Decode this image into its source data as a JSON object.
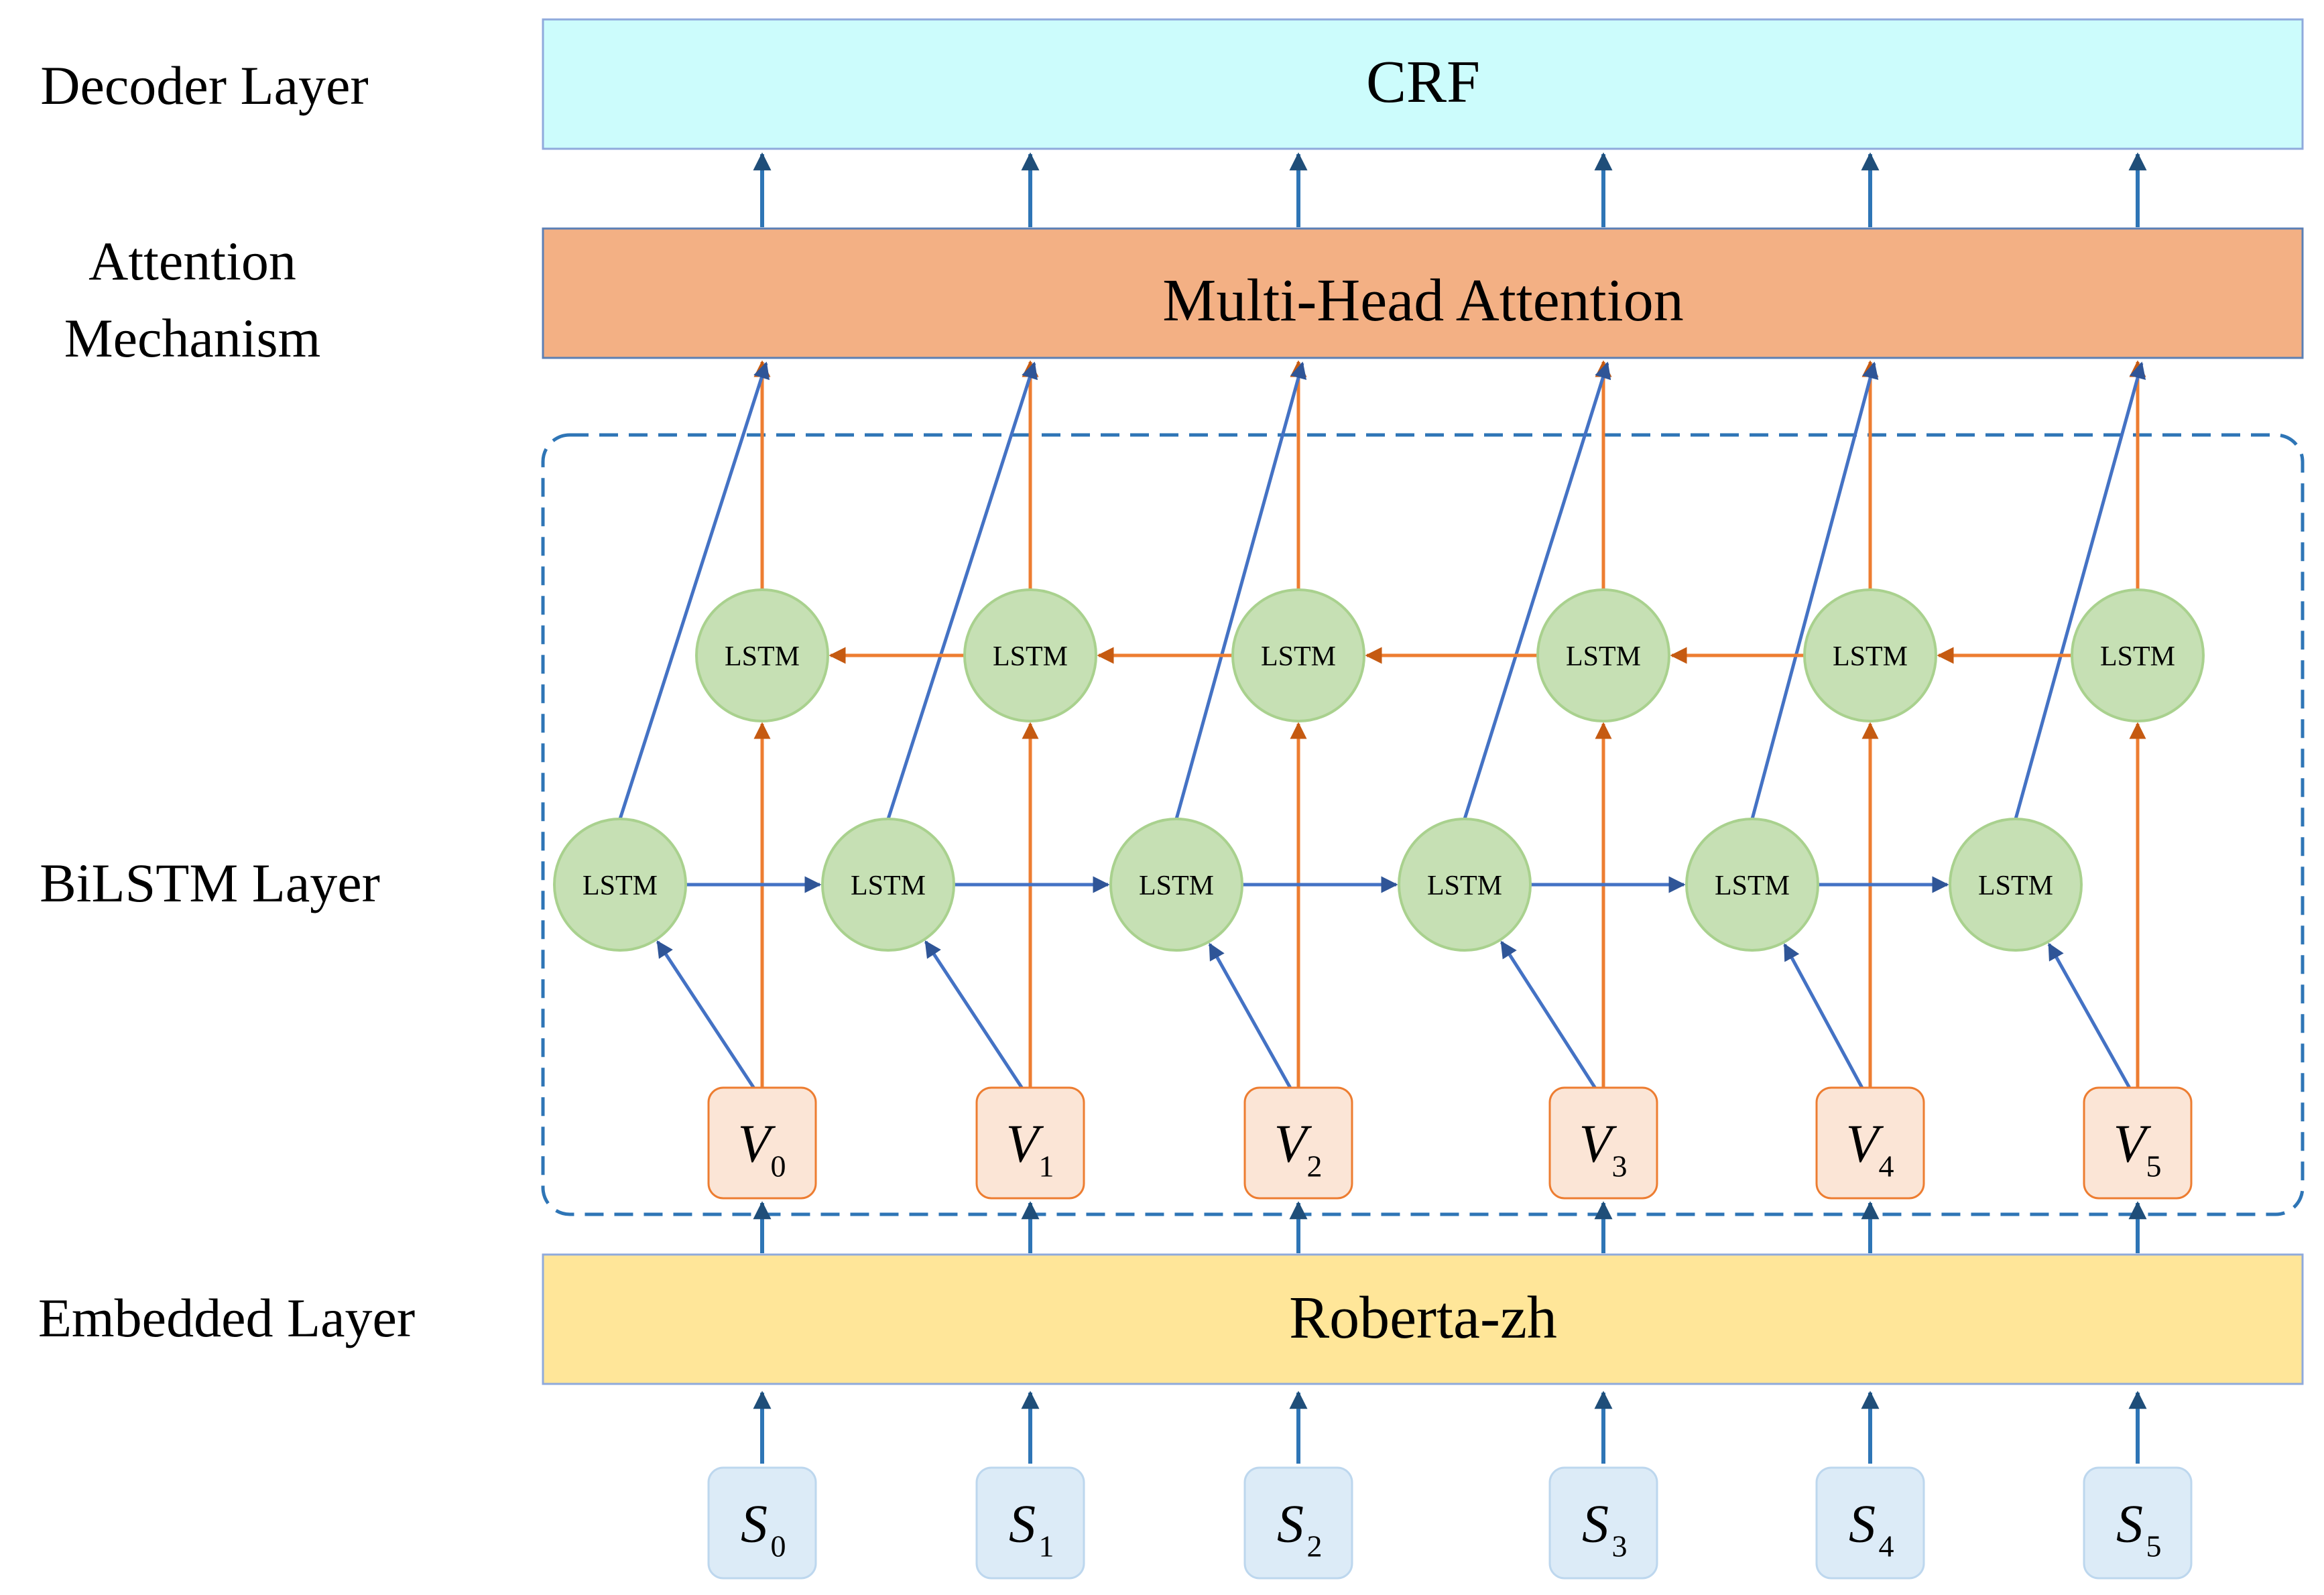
{
  "layer_labels": {
    "decoder": "Decoder Layer",
    "attention_line1": "Attention",
    "attention_line2": "Mechanism",
    "bilstm": "BiLSTM Layer",
    "embedded": "Embedded Layer"
  },
  "blocks": {
    "crf": "CRF",
    "attention": "Multi-Head Attention",
    "embedding": "Roberta-zh"
  },
  "lstm_label": "LSTM",
  "v_symbol": "V",
  "s_symbol": "S",
  "indices": [
    "0",
    "1",
    "2",
    "3",
    "4",
    "5"
  ],
  "colors": {
    "crf_fill": "#ccfcfc",
    "attention_fill": "#f3b084",
    "embedding_fill": "#ffe699",
    "lstm_fill": "#c6e0b4",
    "v_fill": "#fbe5d6",
    "s_fill": "#dcebf7",
    "orange_line": "#ed7d31",
    "blue_line": "#4472c4",
    "arrow_blue": "#2e75b6"
  }
}
